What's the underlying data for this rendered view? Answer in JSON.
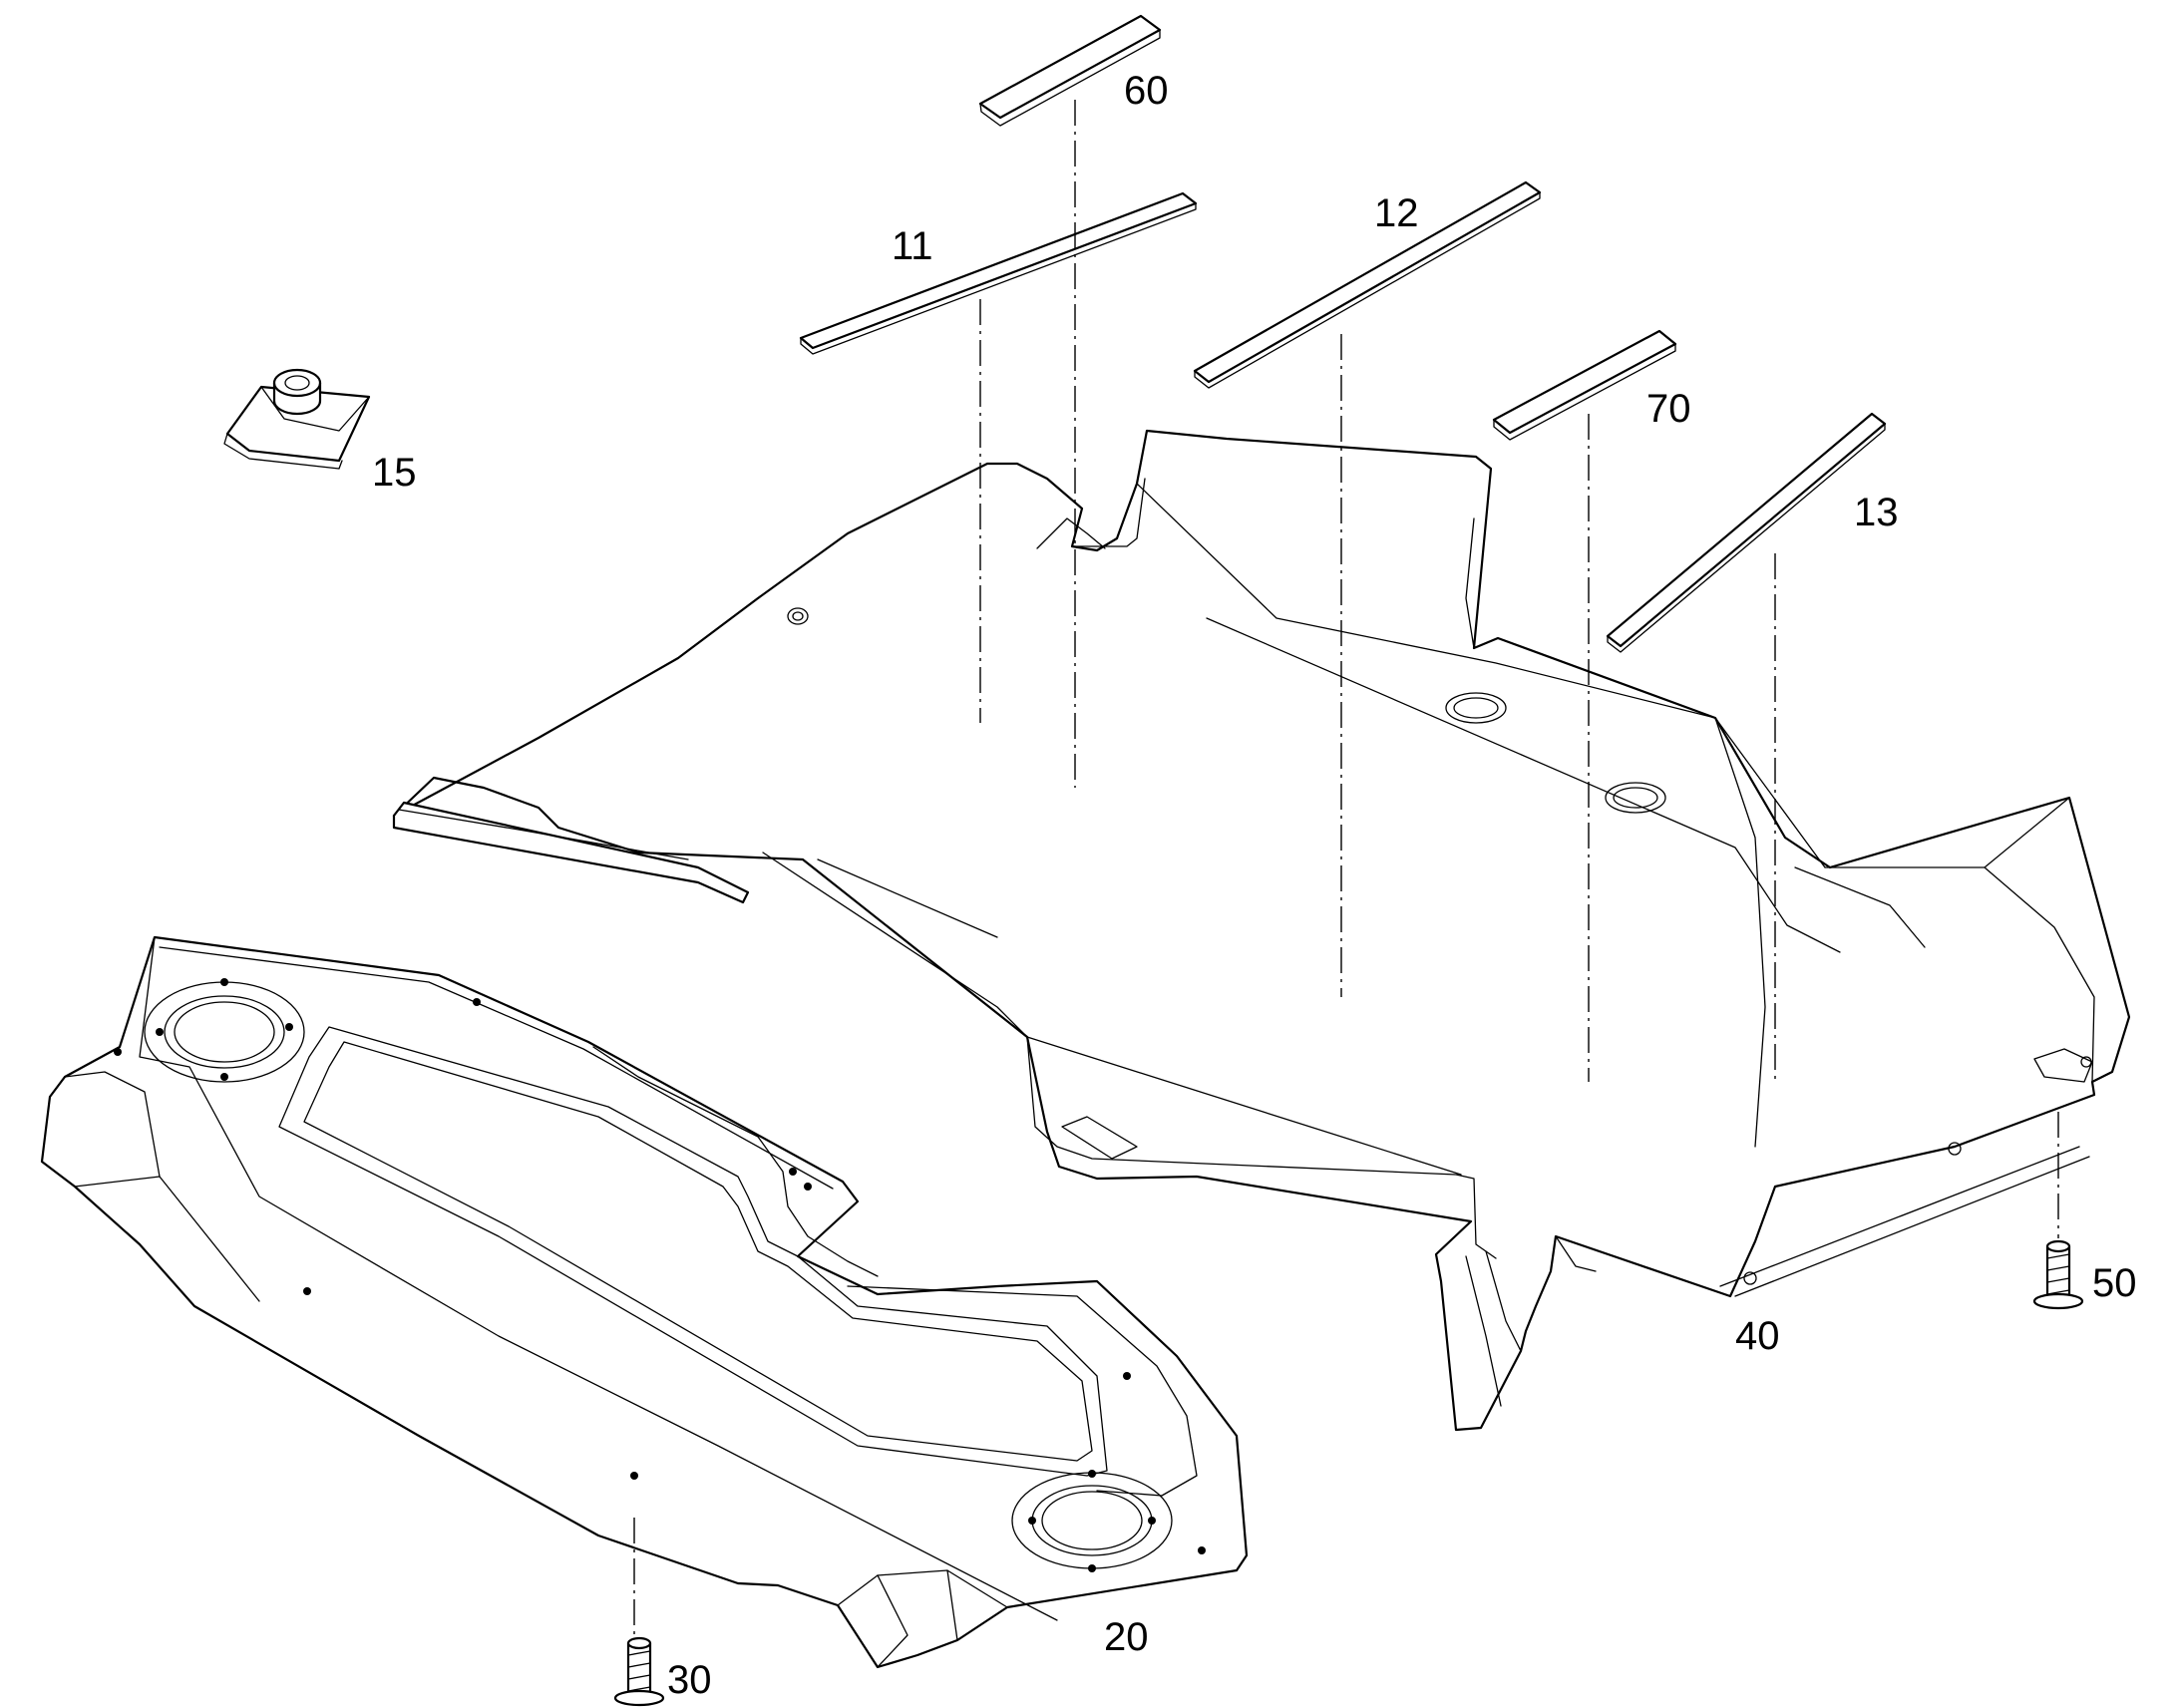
{
  "diagram": {
    "callouts": {
      "p11": "11",
      "p12": "12",
      "p13": "13",
      "p15": "15",
      "p20": "20",
      "p30": "30",
      "p40": "40",
      "p50": "50",
      "p60": "60",
      "p70": "70"
    },
    "colors": {
      "line": "#000000",
      "background": "#ffffff"
    }
  }
}
